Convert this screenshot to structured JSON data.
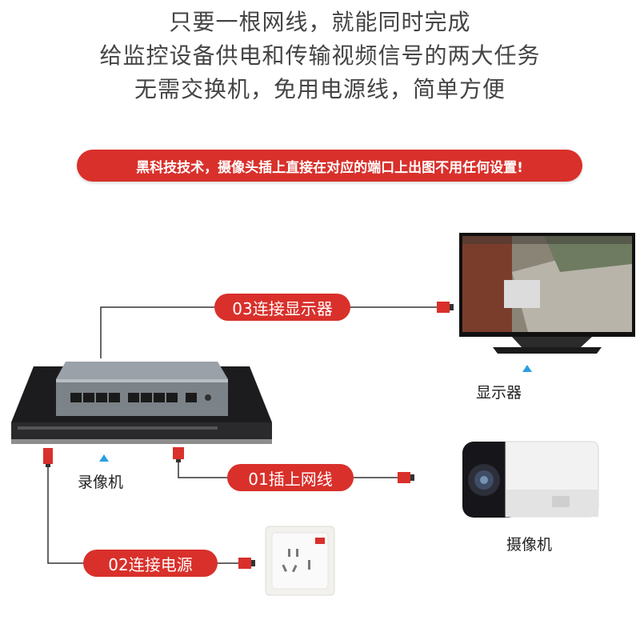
{
  "headline": {
    "line1": "只要一根网线，就能同时完成",
    "line2": "给监控设备供电和传输视频信号的两大任务",
    "line3": "无需交换机，免用电源线，简单方便"
  },
  "banner": {
    "text": "黑科技技术，摄像头插上直接在对应的端口上出图不用任何设置!"
  },
  "steps": {
    "step1": "01插上网线",
    "step2": "02连接电源",
    "step3": "03连接显示器"
  },
  "devices": {
    "recorder": "录像机",
    "monitor": "显示器",
    "camera": "摄像机"
  },
  "colors": {
    "accent": "#d9302b",
    "pointer": "#2aa0e0",
    "line": "#333333"
  }
}
